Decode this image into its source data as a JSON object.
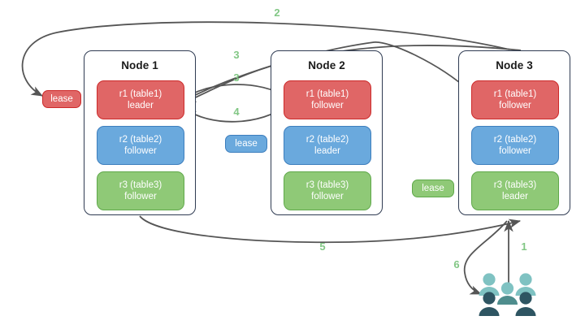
{
  "diagram": {
    "title": "Raft multi-node lease / replica routing diagram",
    "colors": {
      "replica_red": "#e06666",
      "replica_red_border": "#cc2a2a",
      "replica_blue": "#6aa9dd",
      "replica_blue_border": "#3d7ebd",
      "replica_green": "#8fc977",
      "replica_green_border": "#5fa84a",
      "node_border": "#2f3b52",
      "edge": "#555555",
      "edge_label": "#82c785",
      "users_light": "#7fc2c2",
      "users_mid": "#4e8d8d",
      "users_dark": "#2e5562"
    },
    "nodes": [
      {
        "name": "node-1",
        "title": "Node 1",
        "replicas": [
          {
            "name": "replica-r1",
            "line1": "r1 (table1)",
            "line2": "leader",
            "color": "red"
          },
          {
            "name": "replica-r2",
            "line1": "r2 (table2)",
            "line2": "follower",
            "color": "blue"
          },
          {
            "name": "replica-r3",
            "line1": "r3 (table3)",
            "line2": "follower",
            "color": "green"
          }
        ]
      },
      {
        "name": "node-2",
        "title": "Node 2",
        "replicas": [
          {
            "name": "replica-r1",
            "line1": "r1 (table1)",
            "line2": "follower",
            "color": "red"
          },
          {
            "name": "replica-r2",
            "line1": "r2 (table2)",
            "line2": "leader",
            "color": "blue"
          },
          {
            "name": "replica-r3",
            "line1": "r3 (table3)",
            "line2": "follower",
            "color": "green"
          }
        ]
      },
      {
        "name": "node-3",
        "title": "Node 3",
        "replicas": [
          {
            "name": "replica-r1",
            "line1": "r1 (table1)",
            "line2": "follower",
            "color": "red"
          },
          {
            "name": "replica-r2",
            "line1": "r2 (table2)",
            "line2": "follower",
            "color": "blue"
          },
          {
            "name": "replica-r3",
            "line1": "r3 (table3)",
            "line2": "leader",
            "color": "green"
          }
        ]
      }
    ],
    "leases": [
      {
        "name": "lease-table1",
        "label": "lease",
        "color": "red"
      },
      {
        "name": "lease-table2",
        "label": "lease",
        "color": "blue"
      },
      {
        "name": "lease-table3",
        "label": "lease",
        "color": "green"
      }
    ],
    "edge_labels": [
      {
        "name": "edge-label-2",
        "text": "2"
      },
      {
        "name": "edge-label-3-upper",
        "text": "3"
      },
      {
        "name": "edge-label-3-lower",
        "text": "3"
      },
      {
        "name": "edge-label-4",
        "text": "4"
      },
      {
        "name": "edge-label-5",
        "text": "5"
      },
      {
        "name": "edge-label-1",
        "text": "1"
      },
      {
        "name": "edge-label-6",
        "text": "6"
      }
    ],
    "users": {
      "name": "users-icon",
      "label": "users"
    }
  }
}
